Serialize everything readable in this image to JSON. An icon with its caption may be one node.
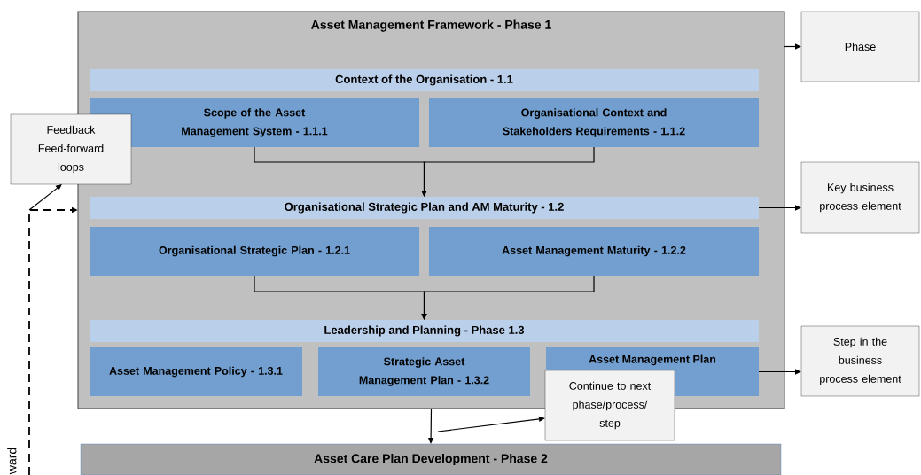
{
  "diagram": {
    "nodes": [
      {
        "text": [
          "Asset Management Framework - Phase 1"
        ]
      },
      {
        "text": [
          "Context of the Organisation - 1.1"
        ],
        "in": 0
      },
      {
        "text": [
          "Scope of the Asset Management System - 1.1.1"
        ],
        "in": 0
      },
      {
        "text": [
          "Organisational Context and Stakeholders Requirements - 1.1.2"
        ],
        "in": 0
      },
      {
        "text": [
          "Organisational Strategic Plan and AM Maturity - 1.2"
        ],
        "in": 0
      },
      {
        "text": [
          "Organisational Strategic Plan - 1.2.1"
        ],
        "in": 0
      },
      {
        "text": [
          "Asset Management Maturity - 1.2.2"
        ],
        "in": 0
      },
      {
        "text": [
          "Leadership and Planning - Phase 1.3"
        ],
        "in": 0
      },
      {
        "text": [
          "Asset Management Policy - 1.3.1"
        ],
        "in": 0
      },
      {
        "text": [
          "Strategic Asset Management Plan - 1.3.2"
        ],
        "in": 0
      },
      {
        "text": [
          "Asset Management Plan"
        ],
        "in": 0
      },
      {
        "text": [
          "Asset Care Plan Development - Phase 2"
        ]
      },
      {
        "text": [
          "Phase"
        ]
      },
      {
        "text": [
          "Key business process element"
        ]
      },
      {
        "text": [
          "Step in the business process element"
        ]
      },
      {
        "text": [
          "Feedback Feed-forward loops"
        ]
      },
      {
        "text": [
          "Continue to next phase/process/ step"
        ]
      }
    ],
    "edges": [
      {
        "from": 2,
        "to": 4,
        "arrow": "to"
      },
      {
        "from": 3,
        "to": 4,
        "arrow": "to"
      },
      {
        "from": 5,
        "to": 7,
        "arrow": "to"
      },
      {
        "from": 6,
        "to": 7,
        "arrow": "to"
      },
      {
        "from": 0,
        "to": 11,
        "arrow": "to"
      },
      {
        "from": 0,
        "to": 12,
        "arrow": "to"
      },
      {
        "from": 4,
        "to": 13,
        "arrow": "to"
      },
      {
        "from": 10,
        "to": 14,
        "arrow": "to"
      },
      {
        "from": null,
        "to": 0,
        "arrow": "to",
        "style": "dashed"
      },
      {
        "from": null,
        "to": 15,
        "arrow": "to"
      },
      {
        "from": null,
        "to": 16,
        "arrow": "to"
      }
    ],
    "labels": [
      "ward"
    ]
  }
}
